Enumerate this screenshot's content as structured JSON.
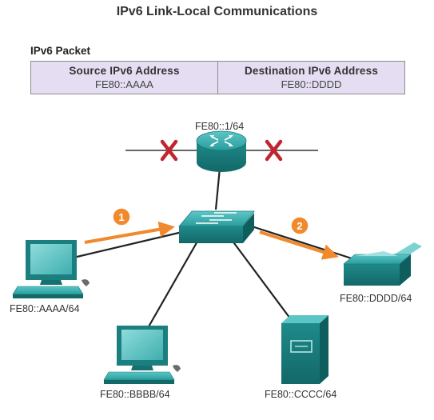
{
  "title": "IPv6 Link-Local Communications",
  "packet": {
    "label": "IPv6 Packet",
    "fields": [
      {
        "header": "Source IPv6 Address",
        "value": "FE80::AAAA"
      },
      {
        "header": "Destination IPv6 Address",
        "value": "FE80::DDDD"
      }
    ]
  },
  "devices": {
    "router": {
      "label": "FE80::1/64"
    },
    "pc_a": {
      "label": "FE80::AAAA/64"
    },
    "pc_b": {
      "label": "FE80::BBBB/64"
    },
    "server": {
      "label": "FE80::CCCC/64"
    },
    "printer": {
      "label": "FE80::DDDD/64"
    }
  },
  "steps": [
    "1",
    "2"
  ],
  "colors": {
    "packet_fill": "#e5ddf2",
    "device_teal": "#1e8f8f",
    "arrow_orange": "#f08a2c",
    "blocked_x": "#c0262e"
  }
}
